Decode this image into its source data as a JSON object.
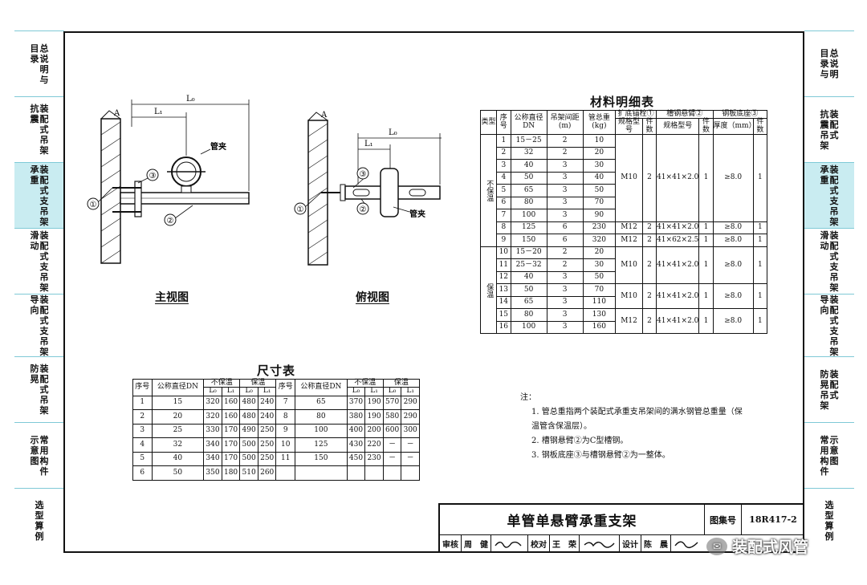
{
  "side_tabs_left": [
    {
      "cols": [
        "目录",
        "总说明与"
      ],
      "active": false
    },
    {
      "cols": [
        "抗震",
        "装配式吊架"
      ],
      "active": false
    },
    {
      "cols": [
        "承重",
        "装配式支吊架"
      ],
      "active": true
    },
    {
      "cols": [
        "滑动",
        "装配式支吊架"
      ],
      "active": false
    },
    {
      "cols": [
        "导向",
        "装配式支吊架"
      ],
      "active": false
    },
    {
      "cols": [
        "防晃",
        "装配式吊架"
      ],
      "active": false
    },
    {
      "cols": [
        "示意图",
        "常用构件"
      ],
      "active": false
    },
    {
      "cols": [
        "选型算例"
      ],
      "active": false
    }
  ],
  "side_tabs_right": [
    {
      "cols": [
        "目录与",
        "总说明"
      ],
      "active": false
    },
    {
      "cols": [
        "抗震吊架",
        "装配式"
      ],
      "active": false
    },
    {
      "cols": [
        "承重",
        "装配式支吊架"
      ],
      "active": true
    },
    {
      "cols": [
        "滑动",
        "装配式支吊架"
      ],
      "active": false
    },
    {
      "cols": [
        "导向",
        "装配式支吊架"
      ],
      "active": false
    },
    {
      "cols": [
        "防晃吊架",
        "装配式"
      ],
      "active": false
    },
    {
      "cols": [
        "常用构件",
        "示意图"
      ],
      "active": false
    },
    {
      "cols": [
        "选型算例"
      ],
      "active": false
    }
  ],
  "drawings": {
    "front_view_label": "主视图",
    "top_view_label": "俯视图",
    "callout_1": "①",
    "callout_2": "②",
    "callout_3": "③",
    "pipe_clamp": "管夹",
    "dim_l0": "L₀",
    "dim_l1": "L₁",
    "marker_a": "A"
  },
  "material_table": {
    "title": "材料明细表",
    "headers": {
      "type": "类型",
      "no": "序号",
      "dn": "公称直径DN",
      "span": "吊架间距(m)",
      "weight": "管总重(kg)",
      "anchor": "扩底锚栓①",
      "channel": "槽钢悬臂②",
      "plate": "钢板底座③",
      "spec": "规格型号",
      "qty": "件数",
      "thickness": "厚度（mm）"
    },
    "groups": [
      {
        "type": "不保温",
        "rows": [
          [
            "1",
            "15－25",
            "2",
            "10"
          ],
          [
            "2",
            "32",
            "2",
            "20"
          ],
          [
            "3",
            "40",
            "3",
            "30"
          ],
          [
            "4",
            "50",
            "3",
            "40"
          ],
          [
            "5",
            "65",
            "3",
            "50"
          ],
          [
            "6",
            "80",
            "3",
            "70"
          ],
          [
            "7",
            "100",
            "3",
            "90"
          ]
        ],
        "spec_blocks": [
          {
            "span_rows": 7,
            "anchor": "M10",
            "anchor_qty": "2",
            "channel": "41×41×2.0",
            "channel_qty": "1",
            "plate": "≥8.0",
            "plate_qty": "1"
          }
        ]
      },
      {
        "type": "",
        "rows": [
          [
            "8",
            "125",
            "6",
            "230"
          ]
        ],
        "spec_blocks": [
          {
            "span_rows": 1,
            "anchor": "M12",
            "anchor_qty": "2",
            "channel": "41×41×2.0",
            "channel_qty": "1",
            "plate": "≥8.0",
            "plate_qty": "1"
          }
        ]
      },
      {
        "type": "",
        "rows": [
          [
            "9",
            "150",
            "6",
            "320"
          ]
        ],
        "spec_blocks": [
          {
            "span_rows": 1,
            "anchor": "M12",
            "anchor_qty": "2",
            "channel": "41×62×2.5",
            "channel_qty": "1",
            "plate": "≥8.0",
            "plate_qty": "1"
          }
        ]
      },
      {
        "type": "保温",
        "rows": [
          [
            "10",
            "15－20",
            "2",
            "20"
          ],
          [
            "11",
            "25－32",
            "2",
            "30"
          ],
          [
            "12",
            "40",
            "3",
            "50"
          ],
          [
            "13",
            "50",
            "3",
            "70"
          ],
          [
            "14",
            "65",
            "3",
            "110"
          ],
          [
            "15",
            "80",
            "3",
            "130"
          ],
          [
            "16",
            "100",
            "3",
            "160"
          ]
        ],
        "spec_blocks": [
          {
            "span_rows": 3,
            "anchor": "M10",
            "anchor_qty": "2",
            "channel": "41×41×2.0",
            "channel_qty": "1",
            "plate": "≥8.0",
            "plate_qty": "1"
          },
          {
            "span_rows": 2,
            "anchor": "M10",
            "anchor_qty": "2",
            "channel": "41×41×2.0",
            "channel_qty": "1",
            "plate": "≥8.0",
            "plate_qty": "1"
          },
          {
            "span_rows": 2,
            "anchor": "M12",
            "anchor_qty": "2",
            "channel": "41×41×2.0",
            "channel_qty": "1",
            "plate": "≥8.0",
            "plate_qty": "1"
          }
        ]
      }
    ]
  },
  "dimension_table": {
    "title": "尺寸表",
    "headers": {
      "no": "序号",
      "dn": "公称直径DN",
      "noinsul": "不保温",
      "insul": "保温",
      "l0": "L₀",
      "l1": "L₁"
    },
    "left_rows": [
      [
        "1",
        "15",
        "320",
        "160",
        "480",
        "240"
      ],
      [
        "2",
        "20",
        "320",
        "160",
        "480",
        "240"
      ],
      [
        "3",
        "25",
        "330",
        "170",
        "490",
        "250"
      ],
      [
        "4",
        "32",
        "340",
        "170",
        "500",
        "250"
      ],
      [
        "5",
        "40",
        "340",
        "170",
        "500",
        "250"
      ],
      [
        "6",
        "50",
        "350",
        "180",
        "510",
        "260"
      ]
    ],
    "right_rows": [
      [
        "7",
        "65",
        "370",
        "190",
        "570",
        "290"
      ],
      [
        "8",
        "80",
        "380",
        "190",
        "580",
        "290"
      ],
      [
        "9",
        "100",
        "400",
        "200",
        "600",
        "300"
      ],
      [
        "10",
        "125",
        "430",
        "220",
        "－",
        "－"
      ],
      [
        "11",
        "150",
        "450",
        "230",
        "－",
        "－"
      ],
      [
        "",
        "",
        "",
        "",
        "",
        ""
      ]
    ]
  },
  "notes": {
    "heading": "注：",
    "items": [
      "1. 管总重指两个装配式承重支吊架间的满水钢管总重量（保",
      "   温管含保温层）。",
      "2. 槽钢悬臂②为C型槽钢。",
      "3. 钢板底座③与槽钢悬臂②为一整体。"
    ]
  },
  "title_block": {
    "title": "单管单悬臂承重支架",
    "atlas_label": "图集号",
    "atlas_no": "18R417-2",
    "review_label": "审核",
    "reviewer": "周　健",
    "check_label": "校对",
    "checker": "王　荣",
    "design_label": "设计",
    "designer": "陈　晨"
  },
  "watermark": "装配式风管"
}
